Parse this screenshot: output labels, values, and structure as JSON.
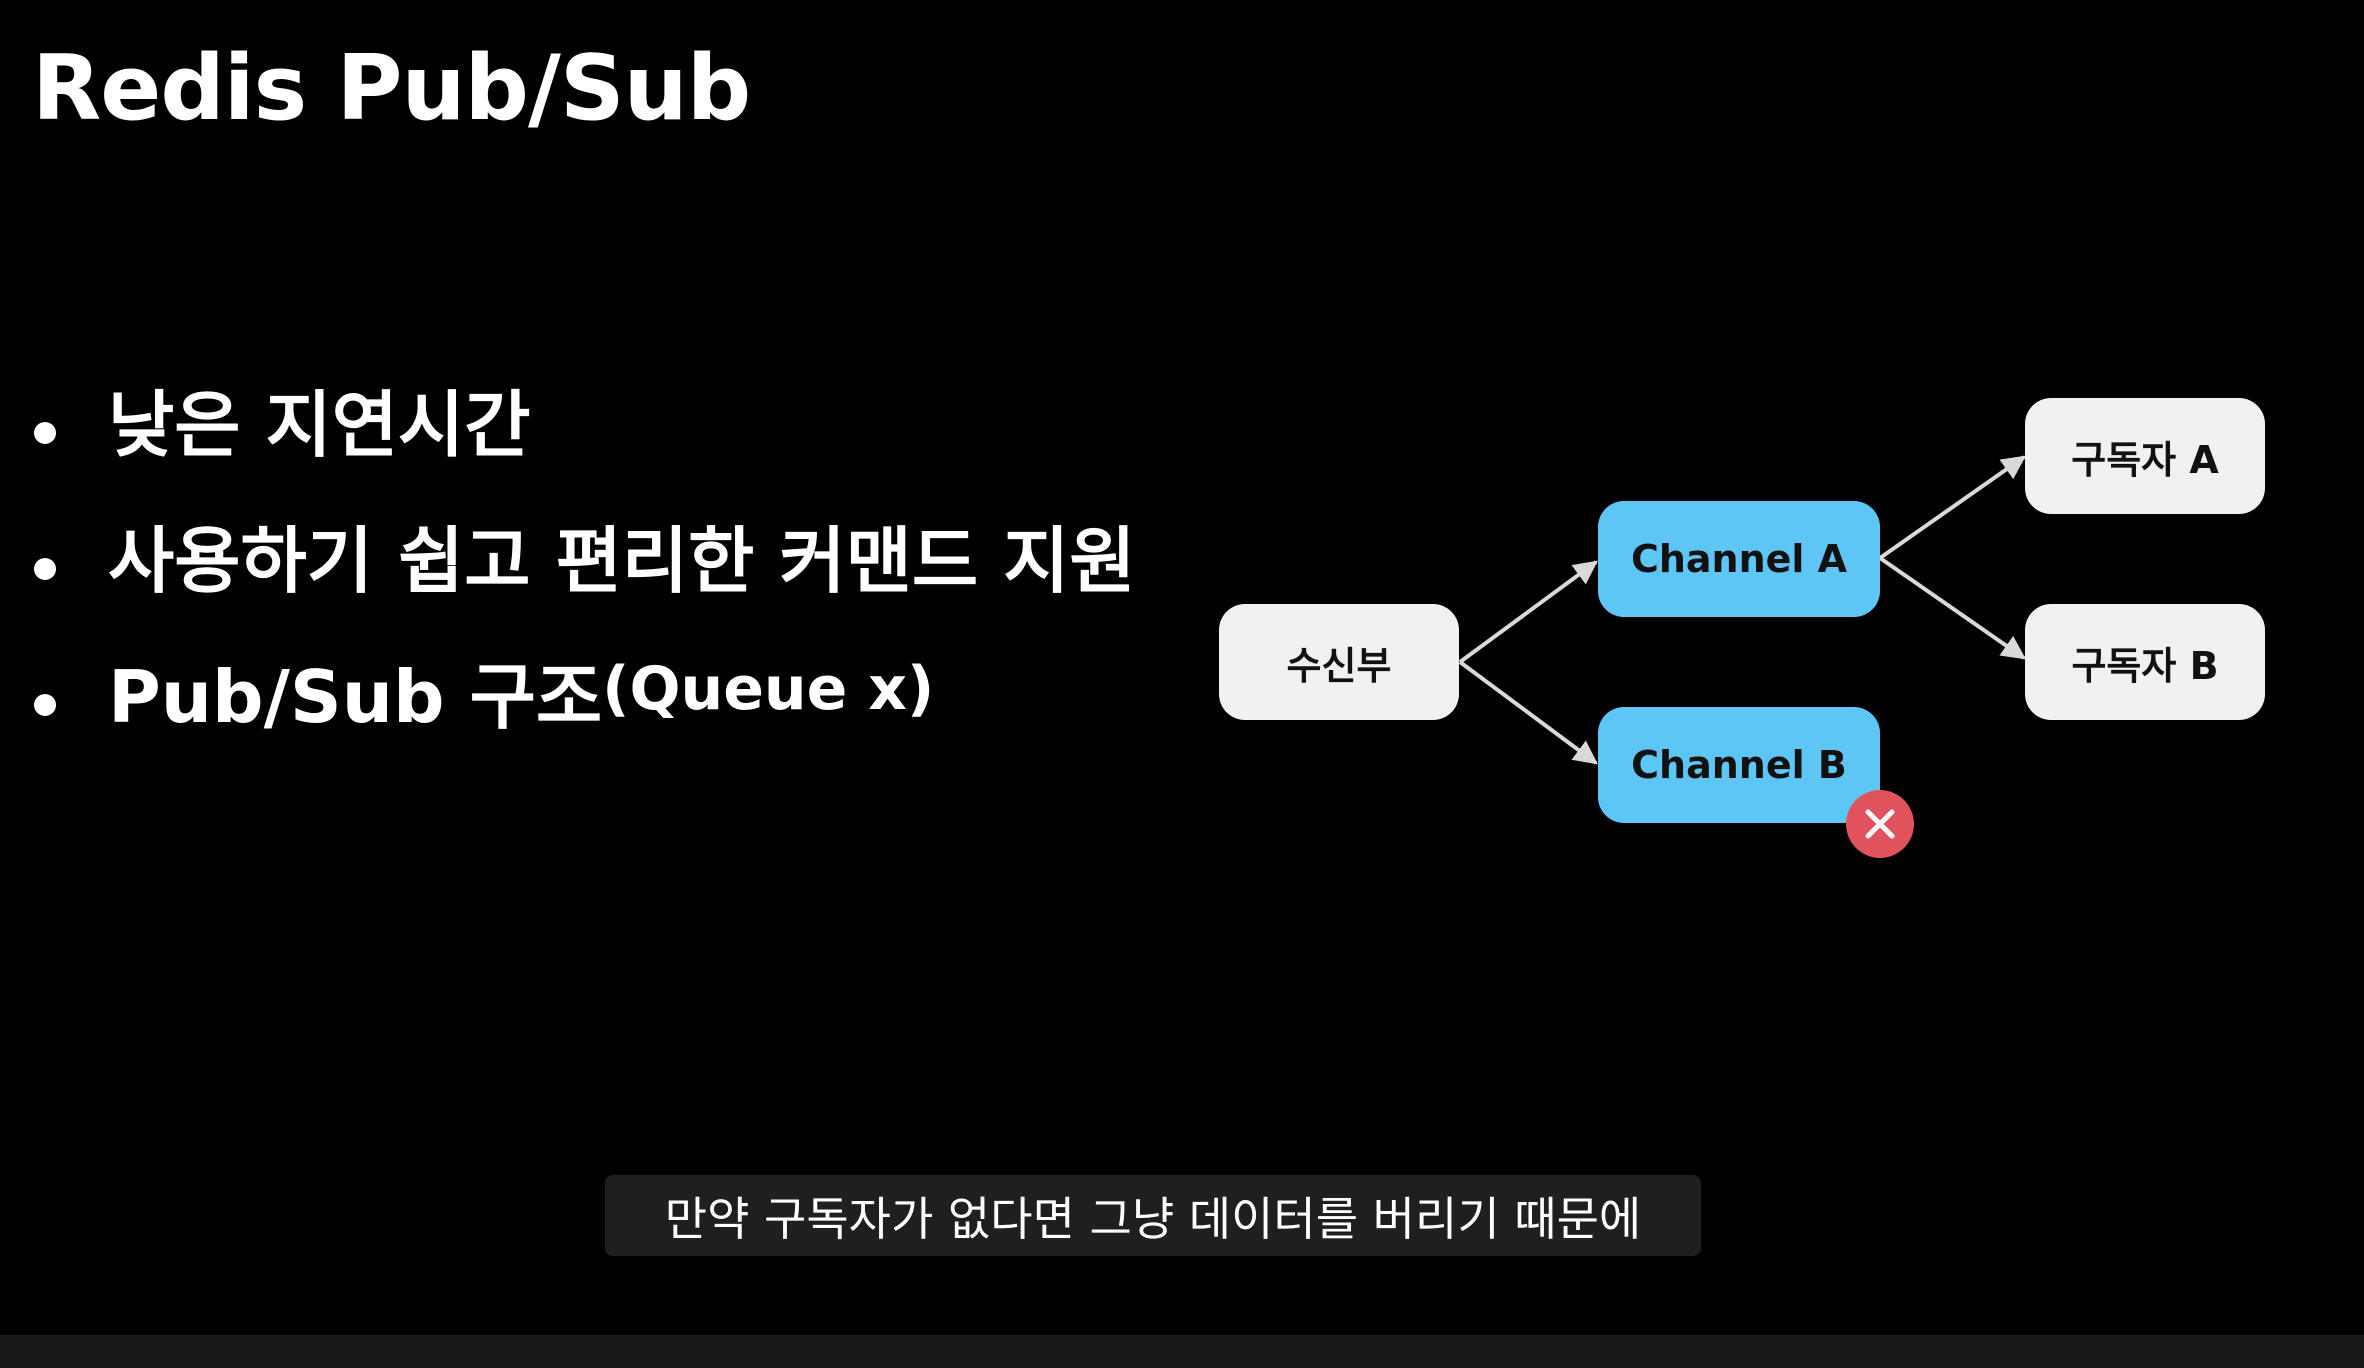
{
  "slide": {
    "title": "Redis Pub/Sub",
    "bullets": [
      {
        "text": "낮은 지연시간",
        "suffix": ""
      },
      {
        "text": "사용하기 쉽고 편리한 커맨드 지원",
        "suffix": ""
      },
      {
        "text": "Pub/Sub 구조 ",
        "suffix": "(Queue x)"
      }
    ]
  },
  "diagram": {
    "nodes": {
      "receiver": "수신부",
      "channel_a": "Channel A",
      "channel_b": "Channel B",
      "subscriber_a": "구독자 A",
      "subscriber_b": "구독자 B"
    },
    "error_icon": "close-icon",
    "colors": {
      "gray_node": "#f1f1f2",
      "channel_node": "#5ec6f5",
      "error": "#e0525c",
      "arrow": "#d9d9d9"
    }
  },
  "caption": {
    "text": "만약 구독자가 없다면 그냥 데이터를 버리기 때문에"
  }
}
